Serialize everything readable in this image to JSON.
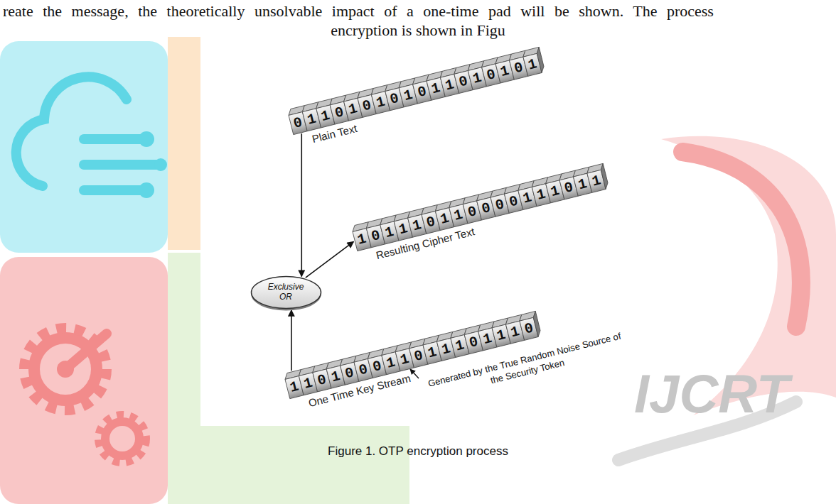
{
  "diagram": {
    "caption": "Figure 1. OTP encryption process",
    "nodes": [
      {
        "text": [
          "011010101011010101",
          "Plain Text"
        ]
      },
      {
        "text": [
          "101110110000111011",
          "Resulting Cipher Text"
        ]
      },
      {
        "text": [
          "Exclusive OR"
        ]
      },
      {
        "text": [
          "110100011011101110",
          "One Time Key Stream"
        ]
      }
    ],
    "edges": [
      {
        "from": 0,
        "to": 2,
        "arrow": "to"
      },
      {
        "from": 3,
        "to": 2,
        "arrow": "to"
      },
      {
        "from": 2,
        "to": 1,
        "arrow": "to"
      }
    ],
    "labels": [
      "reate the message, the theoretically unsolvable impact of a one-time pad will be shown. The process",
      "encryption is shown in Figu",
      "Generated by the True Random Noise Source of the Security Token",
      "IJCRT"
    ]
  }
}
